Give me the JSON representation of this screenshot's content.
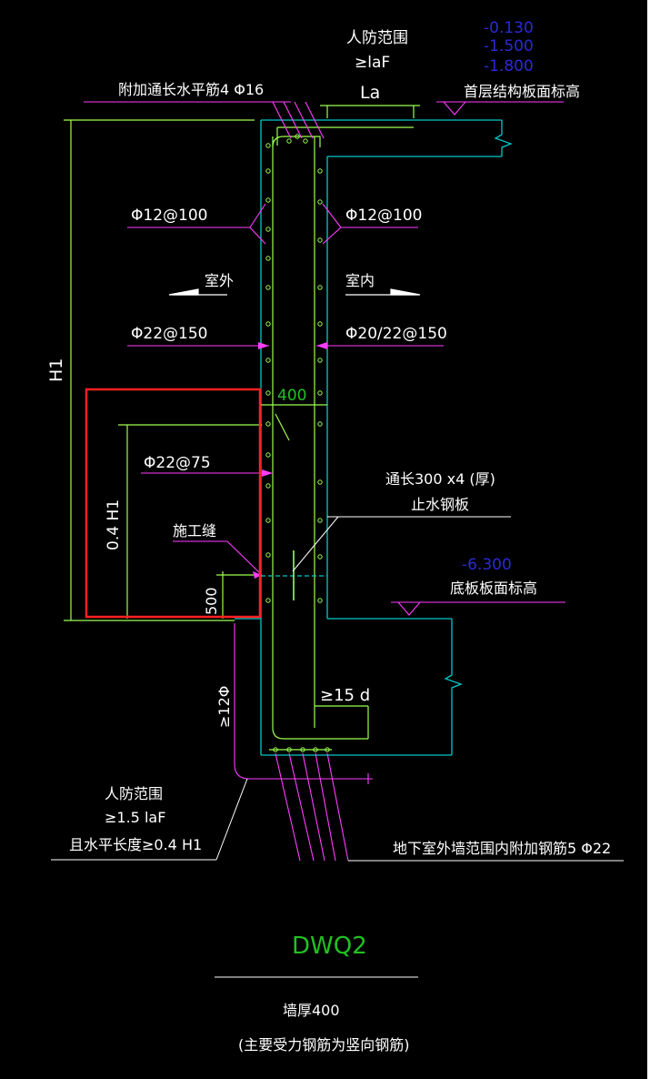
{
  "labels": {
    "civil_defense_top": "人防范围",
    "laf_top": "≥laF",
    "la": "La",
    "elev_1": "-0.130",
    "elev_2": "-1.500",
    "elev_3": "-1.800",
    "slab_elev": "首层结构板面标高",
    "extra_horizontal": "附加通长水平筋4 Φ16",
    "dist_left": "Φ12@100",
    "dist_right": "Φ12@100",
    "outdoor": "室外",
    "indoor": "室内",
    "main_left": "Φ22@150",
    "main_right": "Φ20/22@150",
    "h1": "H1",
    "wall_400": "400",
    "main_dense": "Φ22@75",
    "h1_04": "0.4 H1",
    "waterstop_1": "通长300 x4 (厚)",
    "waterstop_2": "止水钢板",
    "construction_joint": "施工缝",
    "base_elev": "-6.300",
    "base_elev_label": "底板板面标高",
    "dim_500": "500",
    "anchor_12": "≥12Φ",
    "anchor_15d": "≥15 d",
    "cd_bottom_1": "人防范围",
    "cd_bottom_2": "≥1.5 laF",
    "cd_bottom_3": "且水平长度≥0.4 H1",
    "extra_bars": "地下室外墙范围内附加钢筋5 Φ22",
    "title": "DWQ2",
    "wall_thickness": "墙厚400",
    "note": "(主要受力钢筋为竖向钢筋)"
  },
  "colors": {
    "background": "#000000",
    "text": "#ffffff",
    "elevation": "#2a2ad8",
    "title": "#22c022",
    "wall": "#00c8c8",
    "rebar": "#9bff4f",
    "annotation": "#ff3cff",
    "highlight": "#ff2020"
  }
}
